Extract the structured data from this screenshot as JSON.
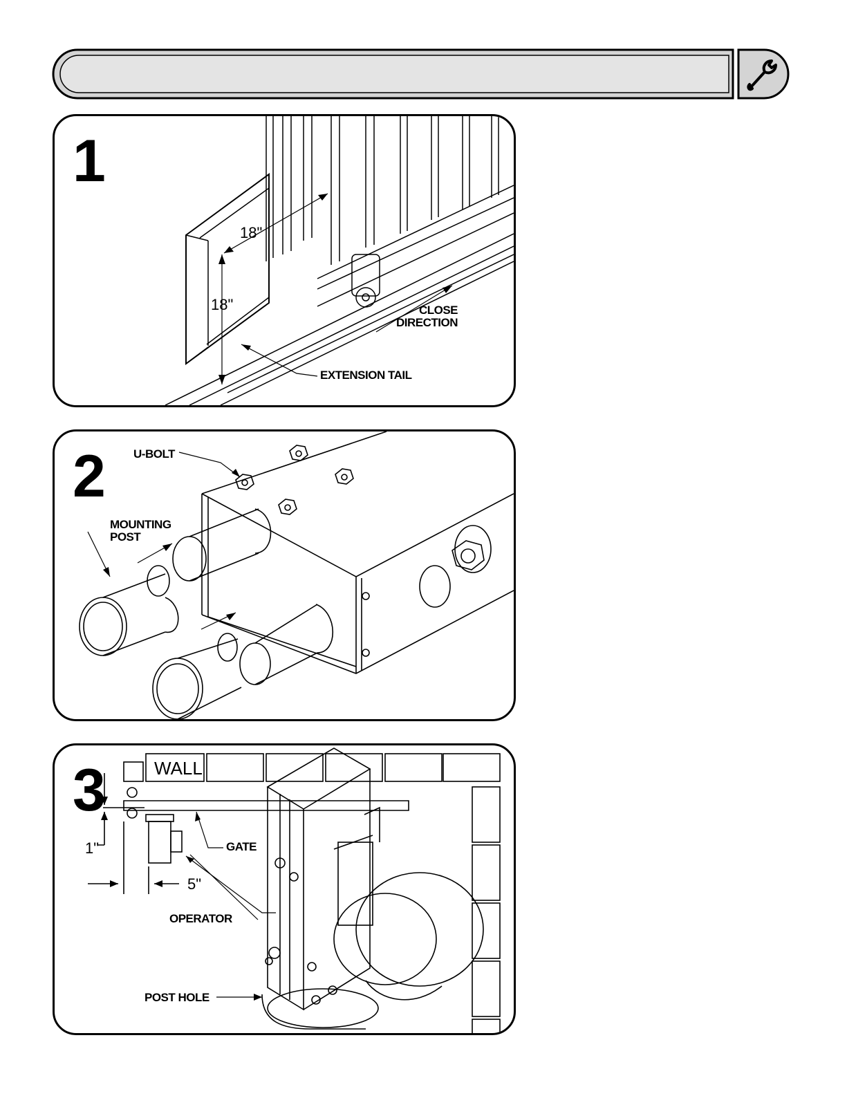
{
  "header": {
    "title": "",
    "tool_icon": "wrench-icon"
  },
  "steps": [
    {
      "number": "1",
      "labels": {
        "dim_horizontal": "18\"",
        "dim_vertical": "18\"",
        "close_direction": "CLOSE\nDIRECTION",
        "extension_tail": "EXTENSION TAIL"
      }
    },
    {
      "number": "2",
      "labels": {
        "u_bolt": "U-BOLT",
        "mounting_post": "MOUNTING\nPOST"
      }
    },
    {
      "number": "3",
      "labels": {
        "wall": "WALL",
        "gate": "GATE",
        "dim_1": "1\"",
        "dim_5": "5\"",
        "operator": "OPERATOR",
        "post_hole": "POST HOLE"
      }
    }
  ]
}
